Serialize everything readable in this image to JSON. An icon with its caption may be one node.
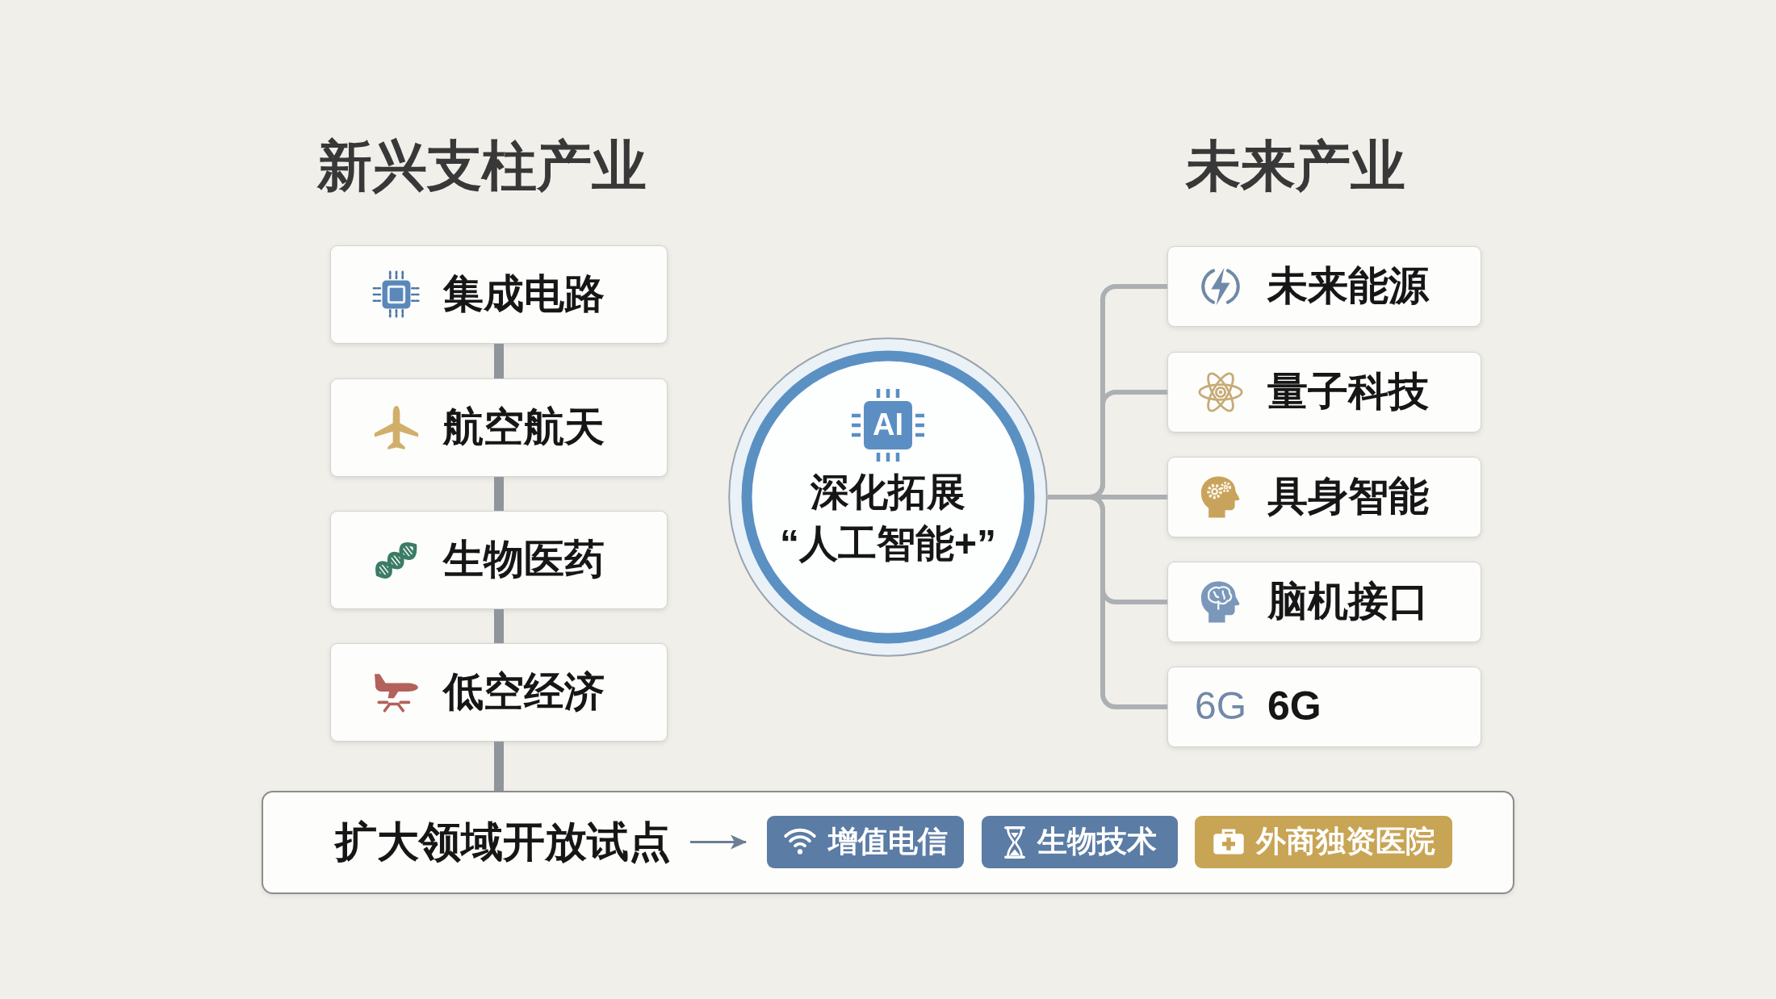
{
  "diagram": {
    "nodes": [
      {
        "text": [
          "集成电路"
        ]
      },
      {
        "text": [
          "航空航天"
        ]
      },
      {
        "text": [
          "生物医药"
        ]
      },
      {
        "text": [
          "低空经济"
        ]
      },
      {
        "text": [
          "AI",
          "深化拓展“人工智能+”"
        ]
      },
      {
        "text": [
          "未来能源"
        ]
      },
      {
        "text": [
          "量子科技"
        ]
      },
      {
        "text": [
          "具身智能"
        ]
      },
      {
        "text": [
          "脑机接口"
        ]
      },
      {
        "text": [
          "6G",
          "6G"
        ]
      },
      {
        "text": [],
        "shape": "box"
      },
      {
        "text": [
          "扩大领域开放试点"
        ],
        "in": 10
      },
      {
        "text": [
          "增值电信"
        ],
        "in": 10
      },
      {
        "text": [
          "生物技术"
        ],
        "in": 10
      },
      {
        "text": [
          "外商独资医院"
        ],
        "in": 10
      }
    ],
    "edges": [
      {
        "from": 0,
        "to": 1,
        "arrow": "none",
        "style": "thick",
        "color": "#8f959b"
      },
      {
        "from": 1,
        "to": 2,
        "arrow": "none",
        "style": "thick",
        "color": "#8f959b"
      },
      {
        "from": 2,
        "to": 3,
        "arrow": "none",
        "style": "thick",
        "color": "#8f959b"
      },
      {
        "from": 3,
        "to": 10,
        "arrow": "none",
        "style": "thick",
        "color": "#8f959b"
      },
      {
        "from": 4,
        "to": 5,
        "arrow": "none"
      },
      {
        "from": 4,
        "to": 6,
        "arrow": "none"
      },
      {
        "from": 4,
        "to": 7,
        "arrow": "none"
      },
      {
        "from": 4,
        "to": 8,
        "arrow": "none"
      },
      {
        "from": 4,
        "to": 9,
        "arrow": "none"
      },
      {
        "from": 11,
        "to": 12,
        "arrow": "to",
        "color": "#6b7e94"
      }
    ],
    "labels": [
      "新兴支柱产业",
      "未来产业"
    ]
  }
}
